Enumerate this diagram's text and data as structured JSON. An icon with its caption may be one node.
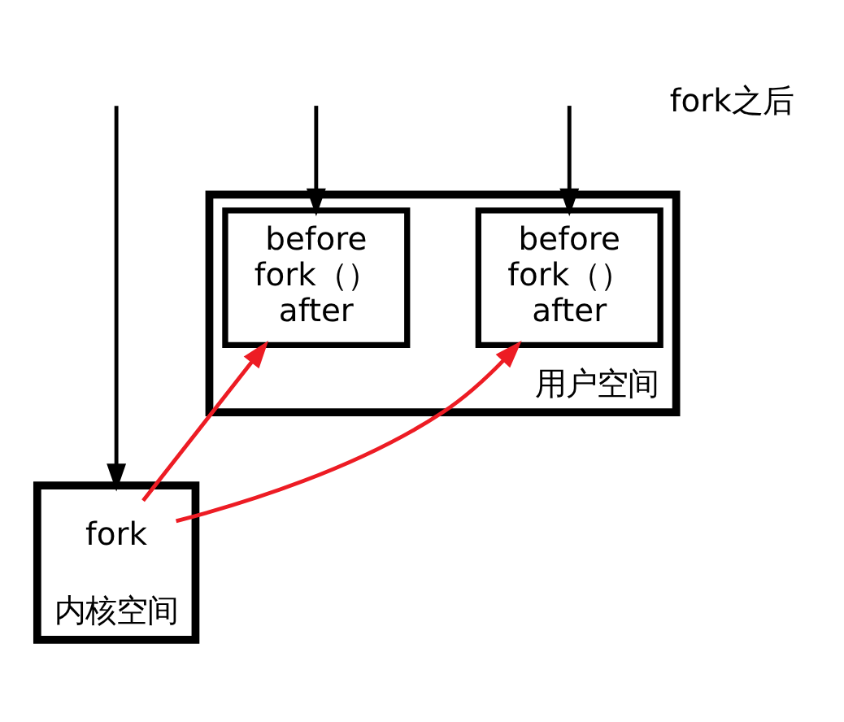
{
  "diagram": {
    "nodes": [
      {
        "text": [
          "用户空间"
        ]
      },
      {
        "text": [
          "before",
          "fork（）",
          "after"
        ],
        "in": 0
      },
      {
        "text": [
          "before",
          "fork（）",
          "after"
        ],
        "in": 0
      },
      {
        "text": [
          "内核空间"
        ]
      },
      {
        "text": [
          "fork"
        ],
        "in": 3
      }
    ],
    "edges": [
      {
        "from": null,
        "to": 1,
        "arrow": "to"
      },
      {
        "from": null,
        "to": 2,
        "arrow": "to"
      },
      {
        "from": null,
        "to": 3,
        "arrow": "to"
      },
      {
        "from": 4,
        "to": 1,
        "arrow": "to",
        "color": "#ed1c24"
      },
      {
        "from": 4,
        "to": 2,
        "arrow": "to",
        "color": "#ed1c24"
      }
    ],
    "labels": [
      "fork之后"
    ]
  }
}
